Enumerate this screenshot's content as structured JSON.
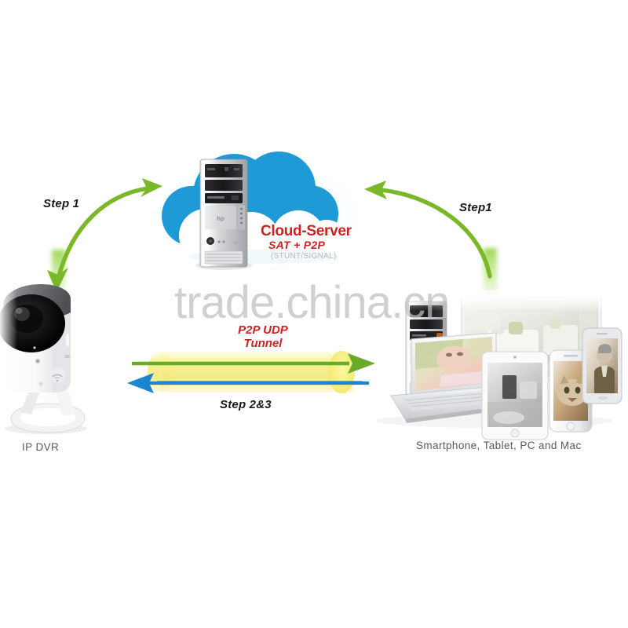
{
  "diagram": {
    "background_color": "#ffffff",
    "watermark": "trade.china.cn",
    "cloud": {
      "title": "Cloud-Server",
      "subtitle": "SAT + P2P",
      "note": "(STUNT/SIGNAL)",
      "cloud_color": "#1e9ad6",
      "title_color": "#cc2222",
      "icon_name": "server-tower-icon"
    },
    "steps": {
      "left": "Step 1",
      "right": "Step1",
      "bottom": "Step 2&3"
    },
    "tunnel": {
      "label_line1": "P2P UDP",
      "label_line2": "Tunnel",
      "label_color": "#cc2222",
      "body_color": "#f5f08a",
      "forward_arrow_color": "#6aaa2b",
      "return_arrow_color": "#1b86d0",
      "forward_direction": "right",
      "return_direction": "left"
    },
    "endpoints": {
      "left": {
        "caption": "IP DVR",
        "icon_name": "ip-camera-icon"
      },
      "right": {
        "caption": "Smartphone, Tablet, PC and Mac",
        "icon_name": "device-cluster-icon",
        "devices": [
          "desktop-tower",
          "laptop",
          "monitor",
          "tablet",
          "smartphone-white",
          "smartphone-dark"
        ]
      }
    },
    "arrows": {
      "color": "#7ab829",
      "left_arc_name": "camera-to-cloud-arrow",
      "right_arc_name": "cloud-to-devices-arrow"
    }
  }
}
